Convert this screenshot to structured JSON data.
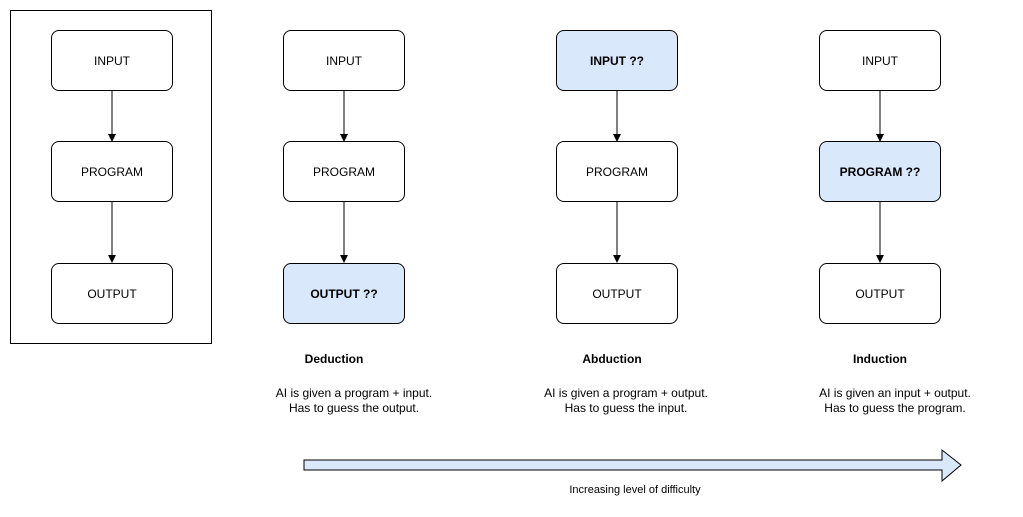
{
  "columns": [
    {
      "id": "reference",
      "input": "INPUT",
      "program": "PROGRAM",
      "output": "OUTPUT",
      "unknown": null
    },
    {
      "id": "deduction",
      "input": "INPUT",
      "program": "PROGRAM",
      "output": "OUTPUT ??",
      "unknown": "output",
      "heading": "Deduction",
      "desc_line1": "AI is given a program + input.",
      "desc_line2": "Has to guess the output."
    },
    {
      "id": "abduction",
      "input": "INPUT ??",
      "program": "PROGRAM",
      "output": "OUTPUT",
      "unknown": "input",
      "heading": "Abduction",
      "desc_line1": "AI is given a program + output.",
      "desc_line2": "Has to guess the input."
    },
    {
      "id": "induction",
      "input": "INPUT",
      "program": "PROGRAM ??",
      "output": "OUTPUT",
      "unknown": "program",
      "heading": "Induction",
      "desc_line1": "AI is given an input + output.",
      "desc_line2": "Has to guess the program."
    }
  ],
  "arrow_caption": "Increasing level of difficulty",
  "colors": {
    "unknown_fill": "#dae8fc",
    "arrow_fill": "#dae8fc",
    "stroke": "#000000"
  }
}
